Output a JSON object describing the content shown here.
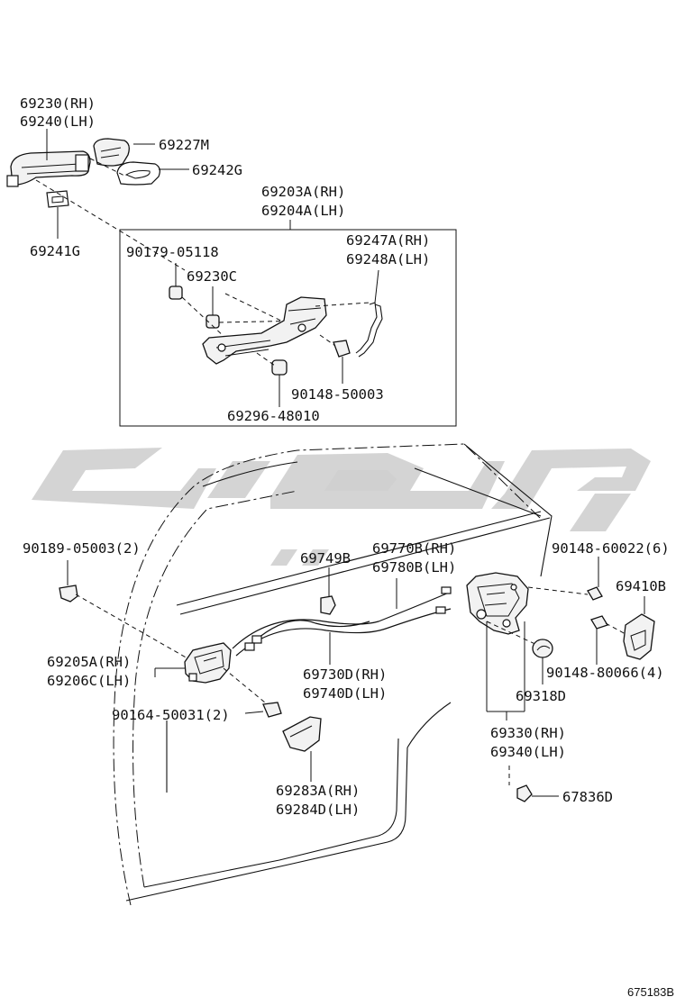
{
  "diagram": {
    "reference_number": "675183B",
    "parts": {
      "outside_handle_rh": "69230(RH)",
      "outside_handle_lh": "69240(LH)",
      "handle_cover": "69227M",
      "handle_pad_g": "69242G",
      "handle_pad_front": "69241G",
      "frame_assy_rh": "69203A(RH)",
      "frame_assy_lh": "69204A(LH)",
      "screw_top": "90179-05118",
      "frame_sub": "69230C",
      "rod_rh": "69247A(RH)",
      "rod_lh": "69248A(LH)",
      "bolt_right": "90148-50003",
      "bolt_bottom": "69296-48010",
      "clip_left": "90189-05003(2)",
      "protector": "69749B",
      "cable_rh": "69770B(RH)",
      "cable_lh": "69780B(LH)",
      "screw_right_top": "90148-60022(6)",
      "striker": "69410B",
      "inside_handle_rh": "69205A(RH)",
      "inside_handle_lh": "69206C(LH)",
      "screw_striker": "90148-80066(4)",
      "remote_cable_rh": "69730D(RH)",
      "remote_cable_lh": "69740D(LH)",
      "plug": "69318D",
      "screw_inside": "90164-50031(2)",
      "lock_assy_rh": "69330(RH)",
      "lock_assy_lh": "69340(LH)",
      "bezel_rh": "69283A(RH)",
      "bezel_lh": "69284D(LH)",
      "clip_bottom": "67836D"
    }
  }
}
